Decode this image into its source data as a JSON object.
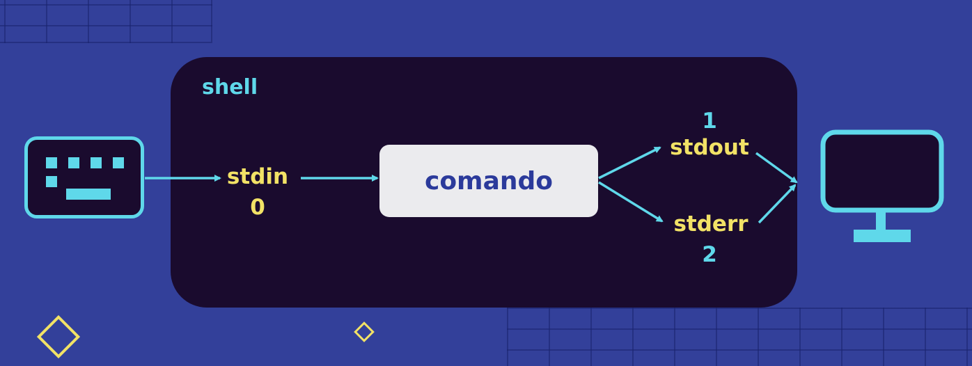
{
  "shell": {
    "label": "shell"
  },
  "process": {
    "label": "comando"
  },
  "streams": {
    "stdin": {
      "name": "stdin",
      "fd": "0"
    },
    "stdout": {
      "name": "stdout",
      "fd": "1"
    },
    "stderr": {
      "name": "stderr",
      "fd": "2"
    }
  },
  "colors": {
    "background": "#33409a",
    "shell_box": "#1a0b2e",
    "accent": "#5fd8ea",
    "stream_label": "#f2e266",
    "process_box": "#ebebee",
    "process_text": "#2b3a9b"
  },
  "icons": [
    "keyboard-icon",
    "monitor-icon",
    "diamond-icon"
  ]
}
